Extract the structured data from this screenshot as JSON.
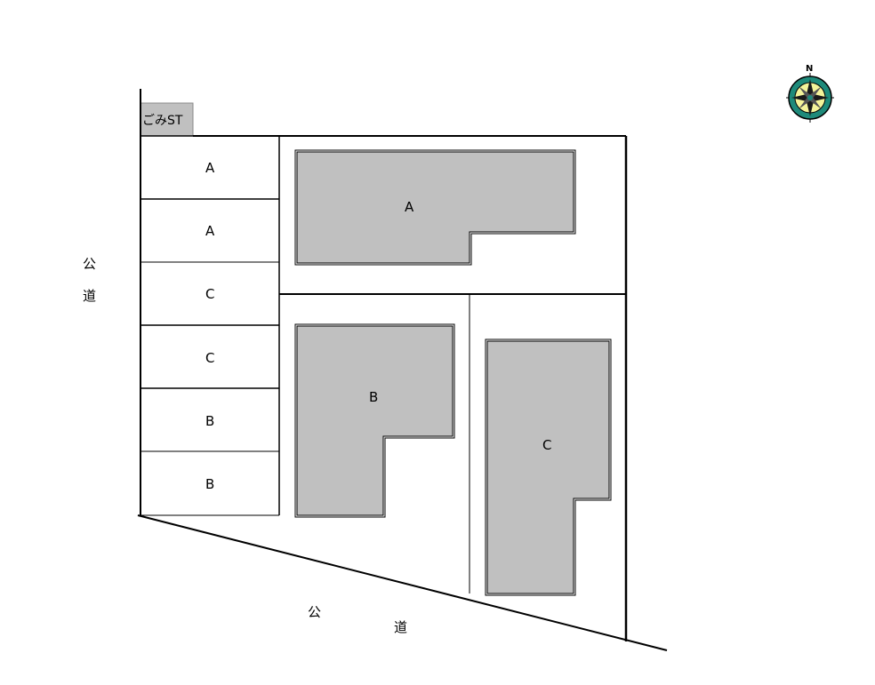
{
  "garbage_station": {
    "label": "ごみST"
  },
  "road_west": {
    "char1": "公",
    "char2": "道"
  },
  "road_south": {
    "char1": "公",
    "char2": "道"
  },
  "compass": {
    "north_label": "N"
  },
  "parking_spaces": [
    {
      "label": "A"
    },
    {
      "label": "A"
    },
    {
      "label": "C"
    },
    {
      "label": "C"
    },
    {
      "label": "B"
    },
    {
      "label": "B"
    }
  ],
  "buildings": {
    "a": {
      "label": "A"
    },
    "b": {
      "label": "B"
    },
    "c": {
      "label": "C"
    }
  },
  "colors": {
    "building_fill": "#c0c0c0",
    "gomi_fill": "#c0c0c0",
    "line": "#000000",
    "compass_ring": "#1e8a7a",
    "compass_center": "#f4f49a"
  }
}
